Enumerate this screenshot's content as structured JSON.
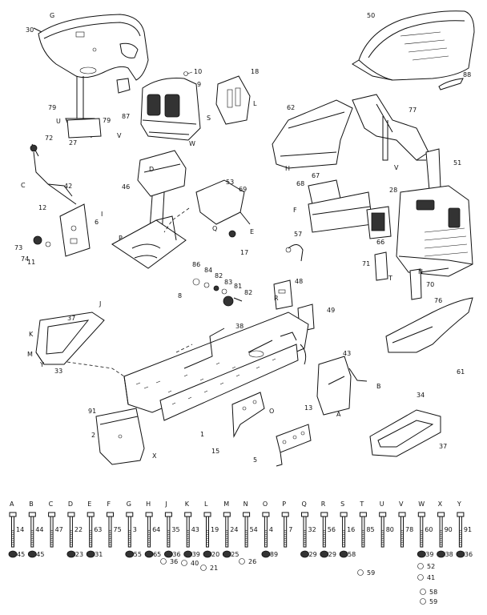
{
  "callouts": {
    "c30": "30",
    "c50": "50",
    "c10": "10",
    "c9": "9",
    "c18": "18",
    "c88": "88",
    "c87": "87",
    "c79a": "79",
    "c79b": "79",
    "c27": "27",
    "c72": "72",
    "c42": "42",
    "c62": "62",
    "c77": "77",
    "c51": "51",
    "c67": "67",
    "c68": "68",
    "c28": "28",
    "c46": "46",
    "c6": "6",
    "c53": "53",
    "c69": "69",
    "c17": "17",
    "c57": "57",
    "c66": "66",
    "c71": "71",
    "c70": "70",
    "c76": "76",
    "c11": "11",
    "c73": "73",
    "c74": "74",
    "c12": "12",
    "c86": "86",
    "c84": "84",
    "c82a": "82",
    "c83": "83",
    "c81": "81",
    "c82b": "82",
    "c8": "8",
    "c48": "48",
    "c49": "49",
    "c38": "38",
    "c37a": "37",
    "c33": "33",
    "c61": "61",
    "c43": "43",
    "c1": "1",
    "c2": "2",
    "c91": "91",
    "c15": "15",
    "c13": "13",
    "c5": "5",
    "c34": "34",
    "c37b": "37"
  },
  "letters": {
    "G": "G",
    "U": "U",
    "V": "V",
    "W": "W",
    "S": "S",
    "L": "L",
    "H": "H",
    "D": "D",
    "P": "P",
    "Q": "Q",
    "E": "E",
    "F": "F",
    "T": "T",
    "N": "N",
    "R": "R",
    "A": "A",
    "B": "B",
    "J": "J",
    "K": "K",
    "M": "M",
    "Y": "Y",
    "X": "X",
    "C": "C",
    "I": "I",
    "O": "O"
  },
  "hardware": [
    {
      "letter": "A",
      "nums": [
        "14",
        "45"
      ]
    },
    {
      "letter": "B",
      "nums": [
        "44",
        "45"
      ]
    },
    {
      "letter": "C",
      "nums": [
        "47",
        ""
      ]
    },
    {
      "letter": "D",
      "nums": [
        "22",
        "23"
      ]
    },
    {
      "letter": "E",
      "nums": [
        "63",
        "31"
      ]
    },
    {
      "letter": "F",
      "nums": [
        "75",
        ""
      ]
    },
    {
      "letter": "G",
      "nums": [
        "3",
        "55"
      ]
    },
    {
      "letter": "H",
      "nums": [
        "64",
        "65"
      ]
    },
    {
      "letter": "J",
      "nums": [
        "35",
        "36"
      ]
    },
    {
      "letter": "K",
      "nums": [
        "43",
        "39"
      ]
    },
    {
      "letter": "L",
      "nums": [
        "19",
        "20"
      ]
    },
    {
      "letter": "M",
      "nums": [
        "24",
        "25"
      ]
    },
    {
      "letter": "N",
      "nums": [
        "54",
        ""
      ]
    },
    {
      "letter": "O",
      "nums": [
        "4",
        "89"
      ]
    },
    {
      "letter": "P",
      "nums": [
        "7",
        ""
      ]
    },
    {
      "letter": "Q",
      "nums": [
        "32",
        "29"
      ]
    },
    {
      "letter": "R",
      "nums": [
        "56",
        "29"
      ]
    },
    {
      "letter": "S",
      "nums": [
        "16",
        "58"
      ]
    },
    {
      "letter": "T",
      "nums": [
        "85",
        ""
      ]
    },
    {
      "letter": "U",
      "nums": [
        "80",
        ""
      ]
    },
    {
      "letter": "V",
      "nums": [
        "78",
        ""
      ]
    },
    {
      "letter": "W",
      "nums": [
        "60",
        "39"
      ]
    },
    {
      "letter": "X",
      "nums": [
        "90",
        "38"
      ]
    },
    {
      "letter": "Y",
      "nums": [
        "91",
        "36"
      ]
    }
  ],
  "hardware_extra": {
    "r_21": "21",
    "r_26": "26",
    "r_40": "40",
    "r_36b": "36",
    "s_59": "59",
    "w_52": "52",
    "w_41": "41",
    "w_58": "58",
    "w_59": "59"
  }
}
